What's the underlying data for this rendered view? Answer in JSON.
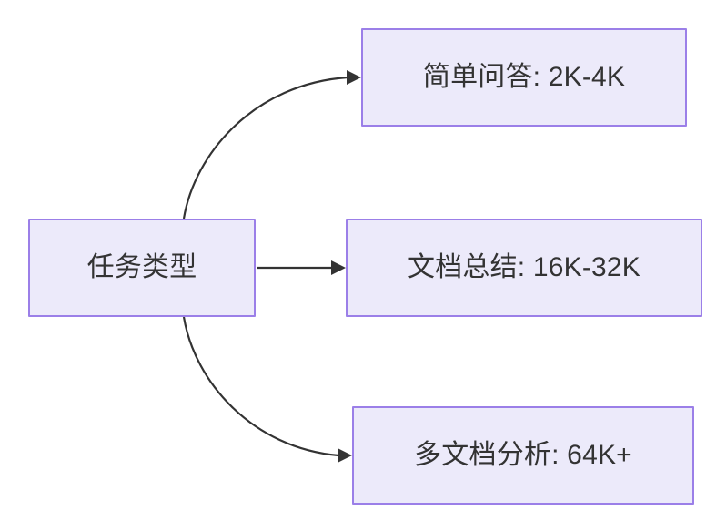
{
  "diagram": {
    "type": "flowchart",
    "direction": "left-to-right",
    "background_color": "#ffffff",
    "node_fill_color": "#ECEAFA",
    "node_border_color": "#9B7FE8",
    "text_color": "#333333",
    "edge_color": "#333333",
    "root": {
      "id": "root",
      "label": "任务类型"
    },
    "branches": [
      {
        "id": "simple-qa",
        "label": "简单问答: 2K-4K",
        "task": "简单问答",
        "range": "2K-4K"
      },
      {
        "id": "doc-summary",
        "label": "文档总结: 16K-32K",
        "task": "文档总结",
        "range": "16K-32K"
      },
      {
        "id": "multi-doc",
        "label": "多文档分析: 64K+",
        "task": "多文档分析",
        "range": "64K+"
      }
    ]
  }
}
